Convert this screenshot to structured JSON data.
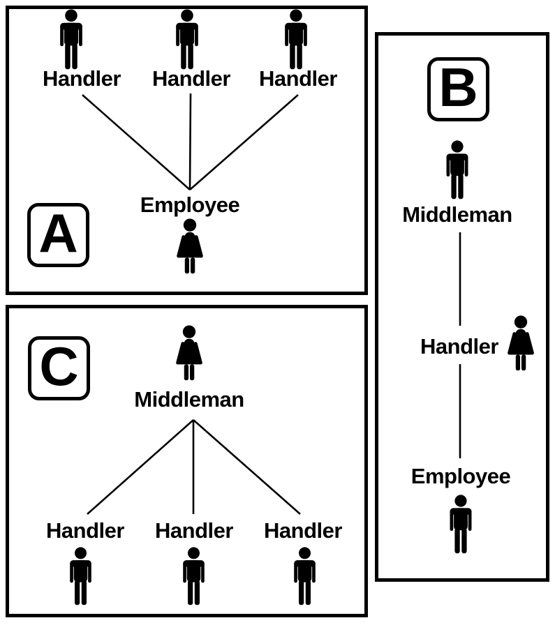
{
  "colors": {
    "background": "#ffffff",
    "ink": "#000000"
  },
  "panelA": {
    "label": "A",
    "handlers": [
      "Handler",
      "Handler",
      "Handler"
    ],
    "employee_label": "Employee"
  },
  "panelB": {
    "label": "B",
    "middleman_label": "Middleman",
    "handler_label": "Handler",
    "employee_label": "Employee"
  },
  "panelC": {
    "label": "C",
    "middleman_label": "Middleman",
    "handlers": [
      "Handler",
      "Handler",
      "Handler"
    ]
  },
  "icons": {
    "male": "male-person-icon",
    "female": "female-person-icon"
  }
}
